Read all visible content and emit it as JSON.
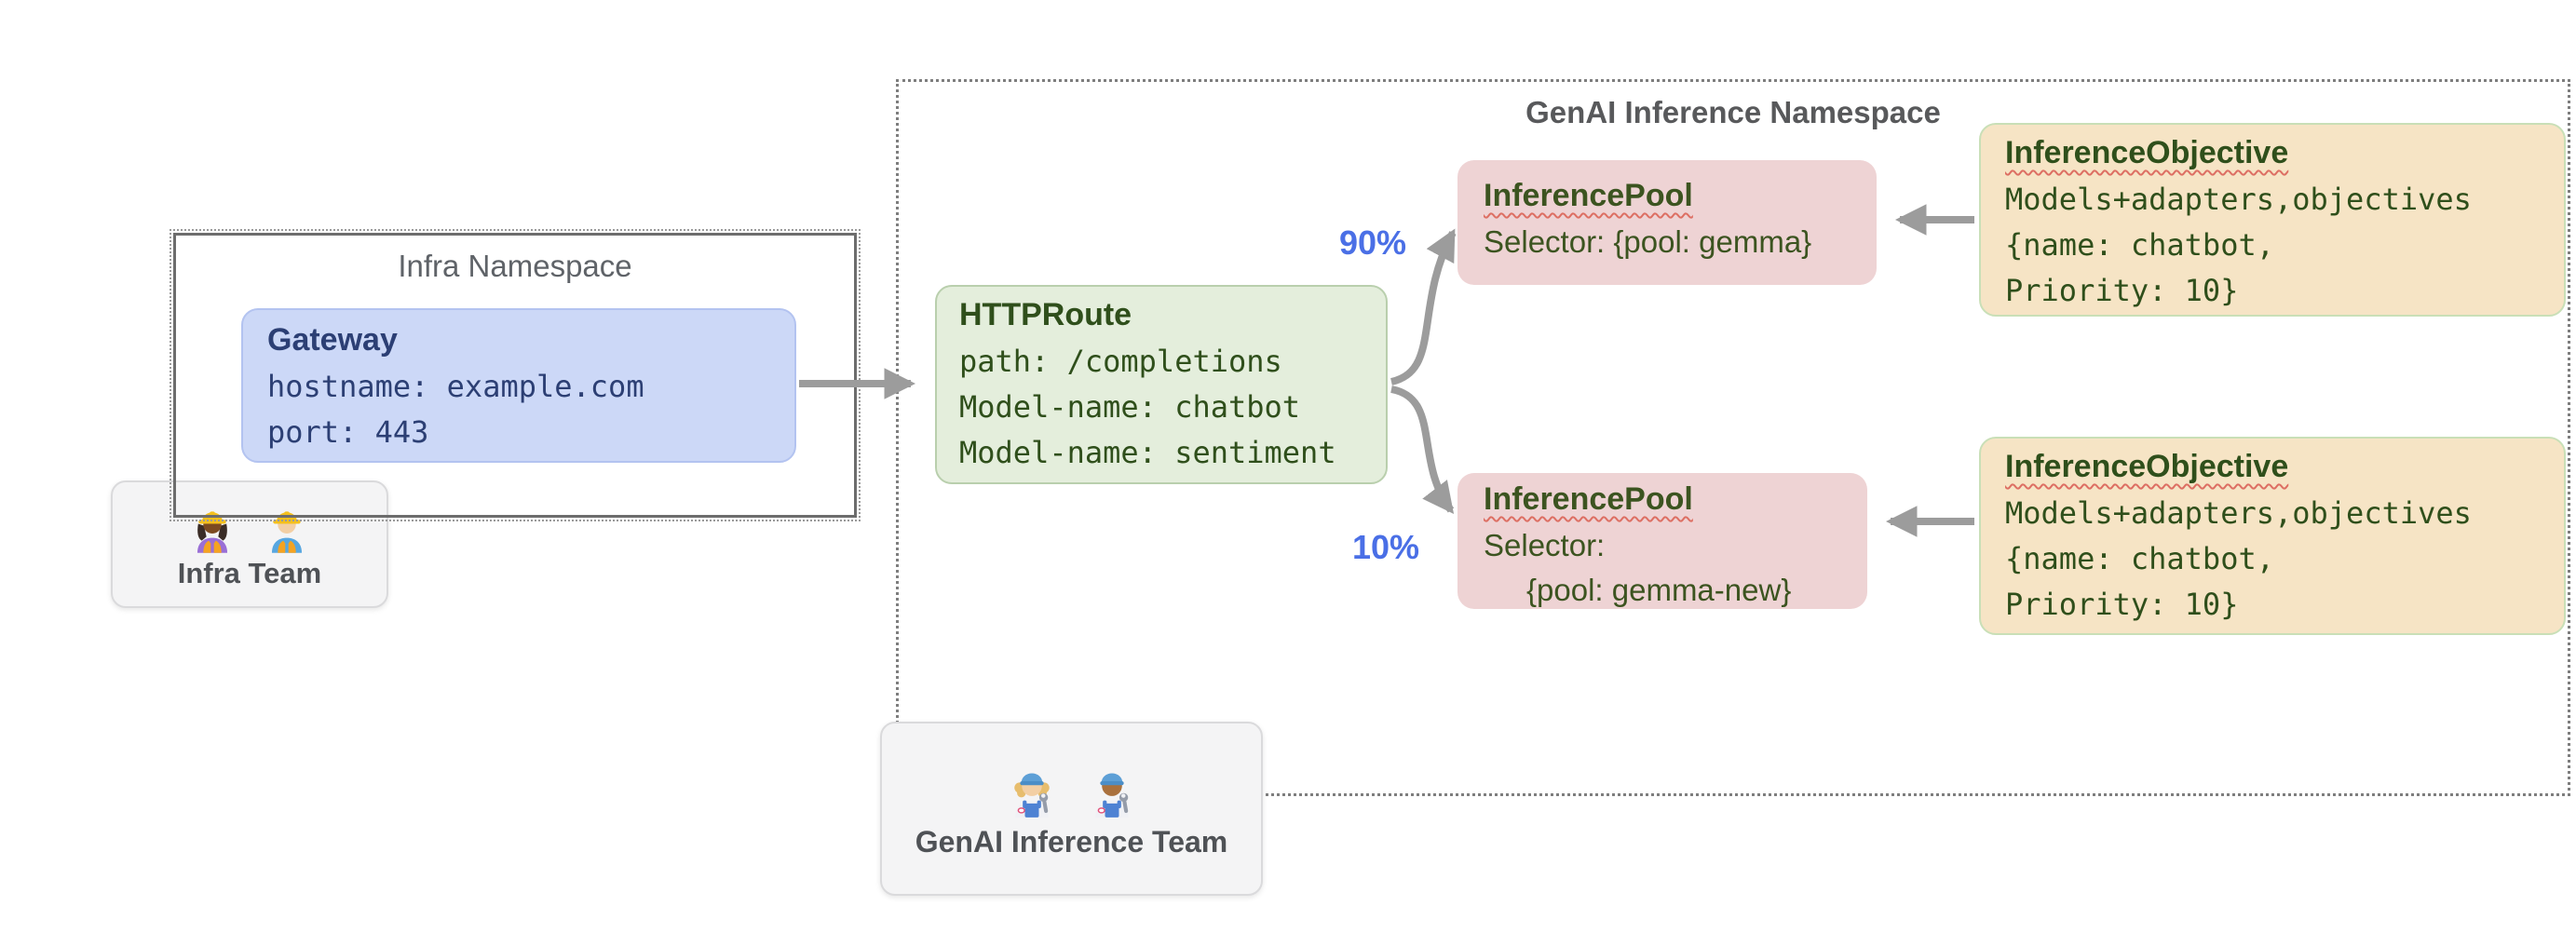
{
  "infra_namespace": {
    "label": "Infra Namespace"
  },
  "gateway": {
    "title": "Gateway",
    "lines": [
      "hostname: example.com",
      "port: 443"
    ]
  },
  "infra_team": {
    "label": "Infra Team",
    "icons": [
      "construction-worker-woman-icon",
      "construction-worker-man-icon"
    ]
  },
  "genai_namespace": {
    "label": "GenAI Inference Namespace"
  },
  "httproute": {
    "title": "HTTPRoute",
    "lines": [
      "path: /completions",
      "Model-name: chatbot",
      "Model-name: sentiment"
    ]
  },
  "traffic_split": {
    "top_label": "90%",
    "bottom_label": "10%"
  },
  "inference_pool_top": {
    "title": "InferencePool",
    "lines": [
      "Selector: {pool: gemma}"
    ]
  },
  "inference_pool_bottom": {
    "title": "InferencePool",
    "lines": [
      "Selector:",
      "{pool: gemma-new}"
    ]
  },
  "inference_objective_top": {
    "title": "InferenceObjective",
    "lines": [
      "Models+adapters,objectives",
      "{name: chatbot,",
      "Priority: 10}"
    ]
  },
  "inference_objective_bottom": {
    "title": "InferenceObjective",
    "lines": [
      "Models+adapters,objectives",
      "{name: chatbot,",
      "Priority: 10}"
    ]
  },
  "genai_team": {
    "label": "GenAI Inference Team",
    "icons": [
      "mechanic-woman-icon",
      "mechanic-man-icon"
    ]
  },
  "colors": {
    "arrow_gray": "#9c9c9c",
    "percent_blue": "#4a6fe6",
    "squiggle_red": "#dd6f63",
    "gateway_fill": "#ccd8f7",
    "gateway_text": "#2c3f74",
    "httproute_fill": "#e4eedc",
    "pool_fill": "#eed3d4",
    "objective_fill": "#f6e4c5",
    "team_fill": "#f4f4f5",
    "namespace_text": "#5f6368",
    "code_green": "#2f4f1b"
  }
}
